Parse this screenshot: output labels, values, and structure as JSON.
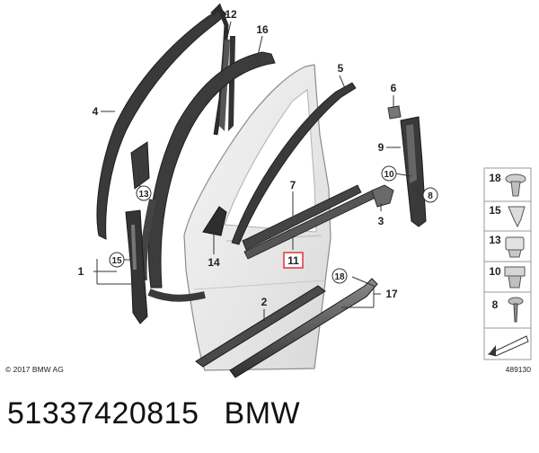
{
  "diagram": {
    "callouts": {
      "c12": "12",
      "c16": "16",
      "c4": "4",
      "c5": "5",
      "c6": "6",
      "c9": "9",
      "c10": "10",
      "c8": "8",
      "c3": "3",
      "c13": "13",
      "c7": "7",
      "c11": "11",
      "c14": "14",
      "c15": "15",
      "c1": "1",
      "c2": "2",
      "c18": "18",
      "c17": "17"
    },
    "legend": [
      {
        "number": "18",
        "icon": "push-rivet-icon"
      },
      {
        "number": "15",
        "icon": "clip-icon"
      },
      {
        "number": "13",
        "icon": "grommet-icon"
      },
      {
        "number": "10",
        "icon": "spreading-clip-icon"
      },
      {
        "number": "8",
        "icon": "screw-icon"
      }
    ],
    "copyright": "© 2017 BMW AG",
    "diagram_number": "489130"
  },
  "caption": {
    "part_number": "51337420815",
    "brand": "BMW"
  }
}
